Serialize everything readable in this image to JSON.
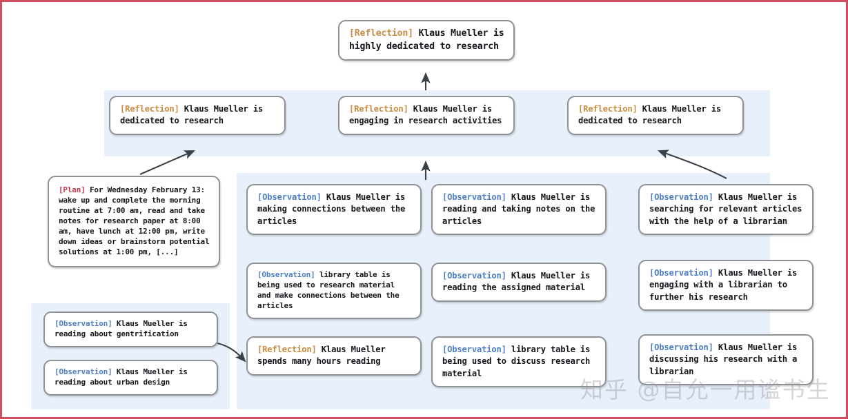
{
  "figure": {
    "border_color": "#cf4d5e",
    "band_color": "#e8f0fb",
    "node_border_color": "#8e9196"
  },
  "tags": {
    "reflection": "[Reflection]",
    "observation": "[Observation]",
    "plan": "[Plan]",
    "reflection_color": "#c98b43",
    "observation_color": "#4e7fc4",
    "plan_color": "#c0394b"
  },
  "root": {
    "text": " Klaus Mueller is highly dedicated to research"
  },
  "reflections": [
    {
      "text": " Klaus Mueller is dedicated to research"
    },
    {
      "text": " Klaus Mueller is engaging in research activities"
    },
    {
      "text": " Klaus Mueller is dedicated to research"
    }
  ],
  "plan": {
    "text": " For Wednesday February 13: wake up and complete the morning routine at 7:00 am, read and take notes for research paper at 8:00 am, have lunch at 12:00 pm, write down ideas or brainstorm potential solutions at 1:00 pm, [...]"
  },
  "left_observations": [
    {
      "text": " Klaus Mueller is reading about gentrification"
    },
    {
      "text": " Klaus Mueller is reading about urban design"
    }
  ],
  "column_middle_left": [
    {
      "type": "observation",
      "text": " Klaus Mueller is making connections between the articles"
    },
    {
      "type": "observation",
      "text": " library table is being used to research material and make connections between the articles"
    },
    {
      "type": "reflection",
      "text": " Klaus Mueller spends many hours reading"
    }
  ],
  "column_middle_right": [
    {
      "type": "observation",
      "text": " Klaus Mueller is reading and taking notes on the articles"
    },
    {
      "type": "observation",
      "text": " Klaus Mueller is reading the assigned material"
    },
    {
      "type": "observation",
      "text": " library table is being used to discuss research material"
    }
  ],
  "column_right": [
    {
      "type": "observation",
      "text": " Klaus Mueller is searching for relevant articles with the help of a librarian"
    },
    {
      "type": "observation",
      "text": " Klaus Mueller is engaging with a librarian to further his research"
    },
    {
      "type": "observation",
      "text": " Klaus Mueller is discussing his research with a librarian"
    }
  ],
  "watermark": {
    "text": "知乎 @自允一用谧书生"
  }
}
